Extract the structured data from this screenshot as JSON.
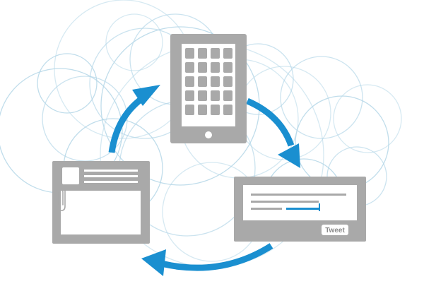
{
  "colors": {
    "background": "#ffffff",
    "device_gray": "#a9a9a9",
    "screen_white": "#ffffff",
    "tile_gray": "#a9a9a9",
    "arrow_blue": "#1a8fd0",
    "input_blue": "#1a8fd0",
    "swirl_light_blue": "#b5d7e8",
    "button_white": "#ffffff",
    "button_text": "#8a8a8a"
  },
  "icons": {
    "tablet": "tablet-icon",
    "tweet_window": "tweet-compose-window-icon",
    "attachment_card": "attachment-card-icon",
    "paperclip": "paperclip-icon",
    "cycle_arrows": "cycle-arrow-icon"
  },
  "tweet_window": {
    "button_label": "Tweet"
  },
  "tablet": {
    "tile_rows": 5,
    "tile_columns": 4
  }
}
